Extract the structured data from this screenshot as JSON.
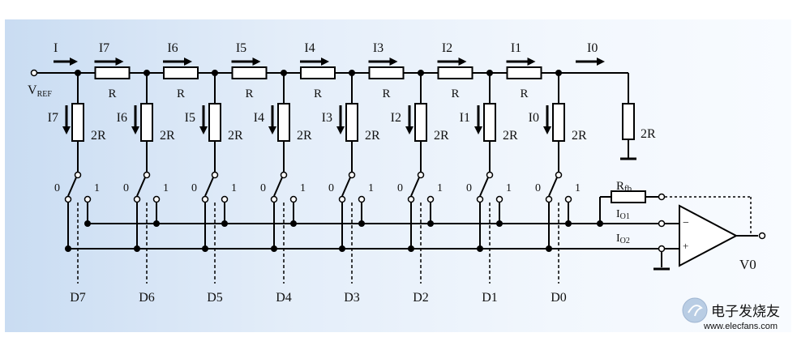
{
  "input": {
    "label_main": "V",
    "label_sub": "REF",
    "current": "I"
  },
  "ladder": {
    "series_currents": [
      "I7",
      "I6",
      "I5",
      "I4",
      "I3",
      "I2",
      "I1"
    ],
    "series_resistor": "R",
    "shunt_currents": [
      "I7",
      "I6",
      "I5",
      "I4",
      "I3",
      "I2",
      "I1",
      "I0"
    ],
    "shunt_resistor": "2R",
    "terminal_current": "I0",
    "terminal_resistor": "2R"
  },
  "switches": {
    "pos0": "0",
    "pos1": "1",
    "bits": [
      "D7",
      "D6",
      "D5",
      "D4",
      "D3",
      "D2",
      "D1",
      "D0"
    ]
  },
  "amplifier": {
    "feedback_main": "R",
    "feedback_sub": "fb",
    "out1_main": "I",
    "out1_sub": "O1",
    "out2_main": "I",
    "out2_sub": "O2",
    "minus": "−",
    "plus": "+",
    "output_label": "V0"
  },
  "watermark": {
    "site_name": "电子发烧友",
    "url": "www.elecfans.com"
  }
}
